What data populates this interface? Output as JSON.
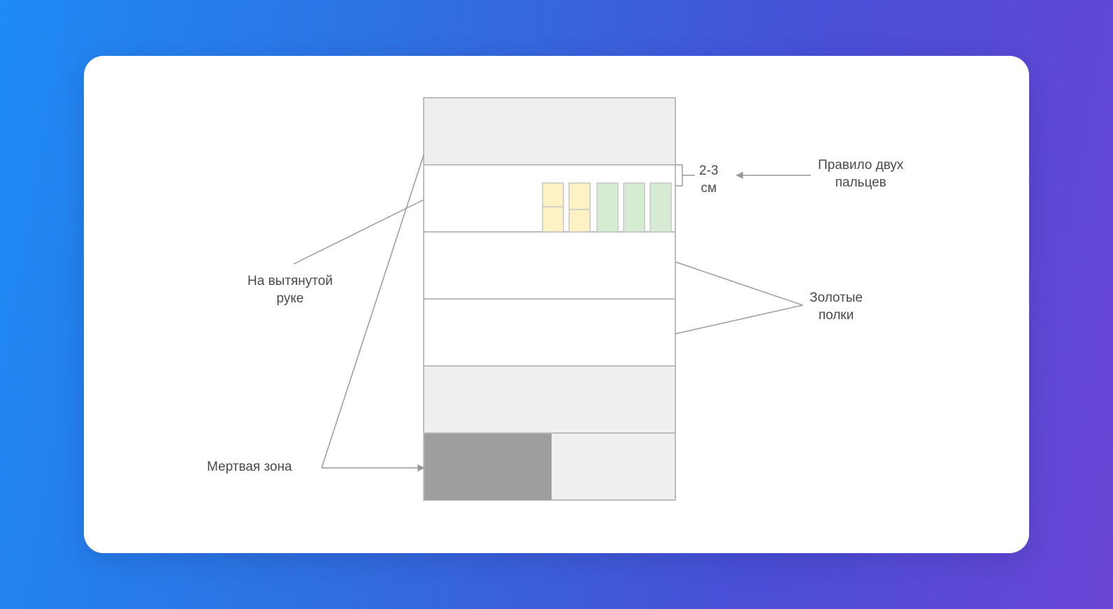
{
  "diagram": {
    "labels": {
      "two_fingers_rule": [
        "Правило двух",
        "пальцев"
      ],
      "gap": [
        "2-3",
        "см"
      ],
      "outstretched_arm": [
        "На вытянутой",
        "руке"
      ],
      "golden_shelves": [
        "Золотые",
        "полки"
      ],
      "dead_zone": [
        "Мертвая зона"
      ]
    },
    "colors": {
      "background_start": "#1f8bf5",
      "background_end": "#6a45d6",
      "zone_gray": "#efefef",
      "zone_white": "#ffffff",
      "dead_zone": "#9e9e9e",
      "product_yellow": "#fdf2c4",
      "product_green": "#d6ecd2",
      "outline": "#bdbdbd"
    }
  }
}
